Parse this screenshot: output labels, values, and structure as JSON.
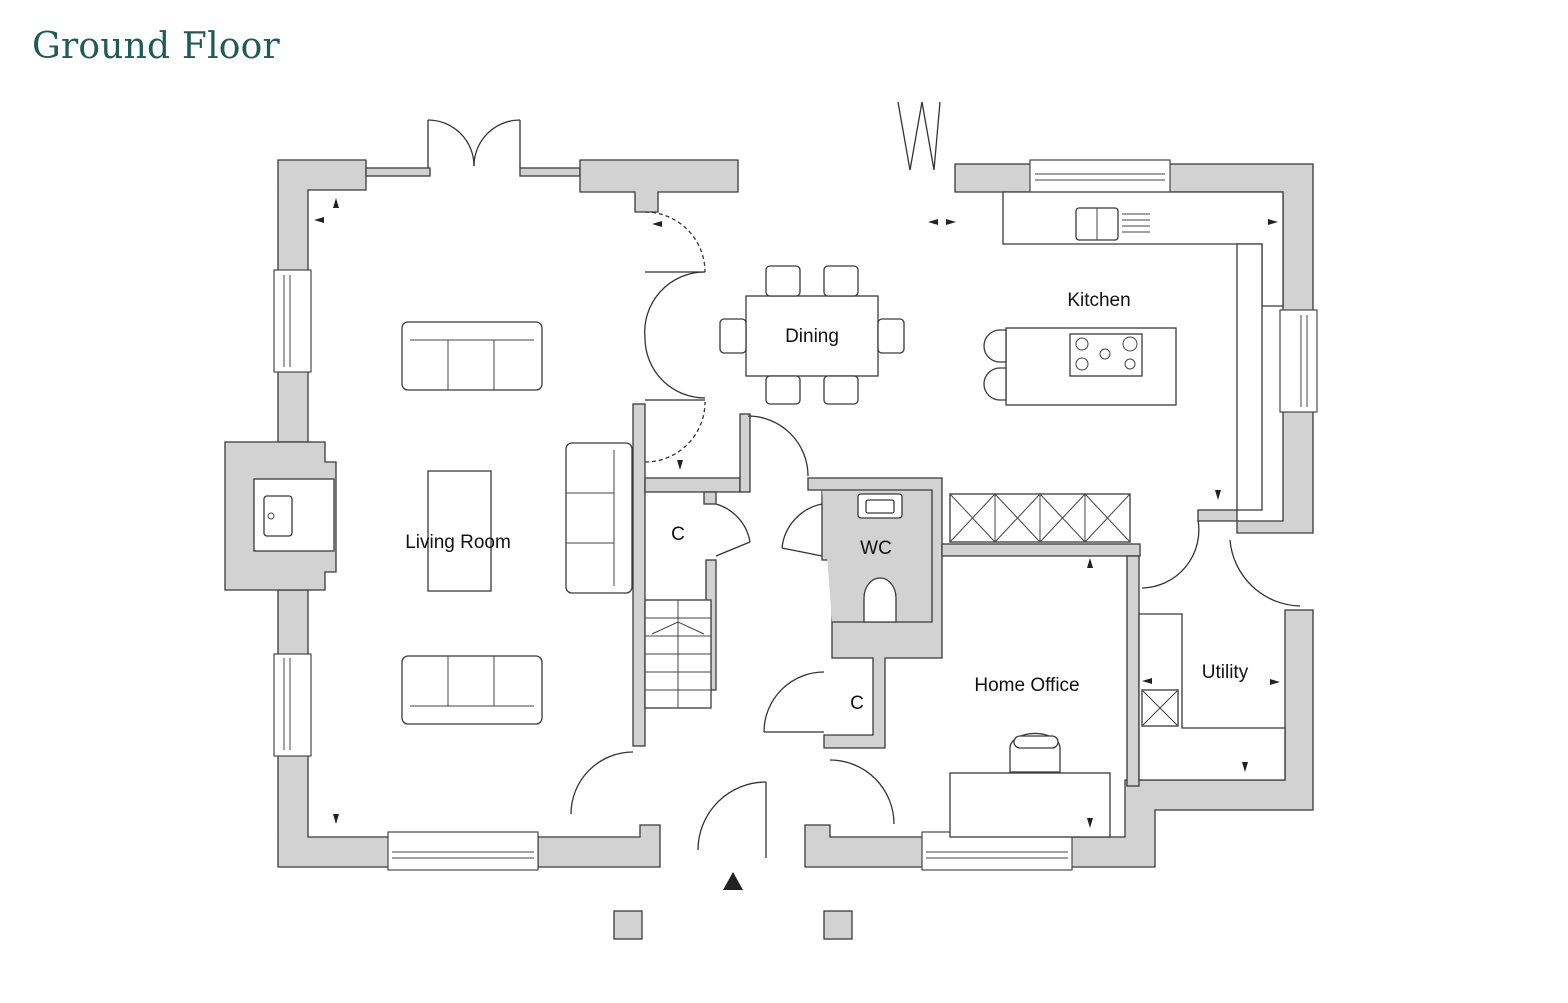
{
  "title": "Ground Floor",
  "colors": {
    "title": "#1f5c56",
    "wall_fill": "#d2d2d2",
    "line": "#333333",
    "background": "#ffffff"
  },
  "rooms": {
    "living_room": "Living Room",
    "dining": "Dining",
    "kitchen": "Kitchen",
    "wc": "WC",
    "cupboard_1": "C",
    "cupboard_2": "C",
    "home_office": "Home Office",
    "utility": "Utility"
  },
  "icons": {
    "entrance": "entrance-arrow-icon",
    "pillar": "pillar-icon"
  }
}
